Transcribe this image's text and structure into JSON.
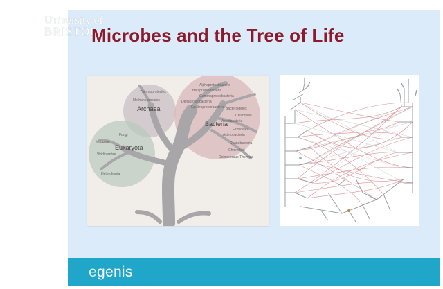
{
  "logo": {
    "line1": "University of",
    "line2": "BRISTOL"
  },
  "slide": {
    "title": "Microbes and the Tree of Life"
  },
  "tree": {
    "groups": [
      "Archaea",
      "Bacteria",
      "Eukaryota"
    ],
    "archaea_taxa": [
      "Thermoproteales",
      "Methanococcales"
    ],
    "bacteria_taxa": [
      "Alphaproteobacteria",
      "Betaproteobacteria",
      "Gammaproteobacteria",
      "Deltaproteobacteria",
      "Epsilonproteobacteria",
      "Bacteroidetes",
      "Chlamydia",
      "Acidobacteria",
      "Firmicutes",
      "Actinobacteria",
      "Cyanobacteria",
      "Chloroflexi",
      "Deinococcus-Thermus"
    ],
    "eukaryota_taxa": [
      "Fungi",
      "Metazoa",
      "Viridiplantae",
      "Heterokonta"
    ]
  },
  "footer": {
    "brand_part1": "e",
    "brand_part2": "genis"
  },
  "colors": {
    "title": "#8b1a2b",
    "slide_bg": "#dcebf9",
    "footer": "#1fa6c8"
  }
}
